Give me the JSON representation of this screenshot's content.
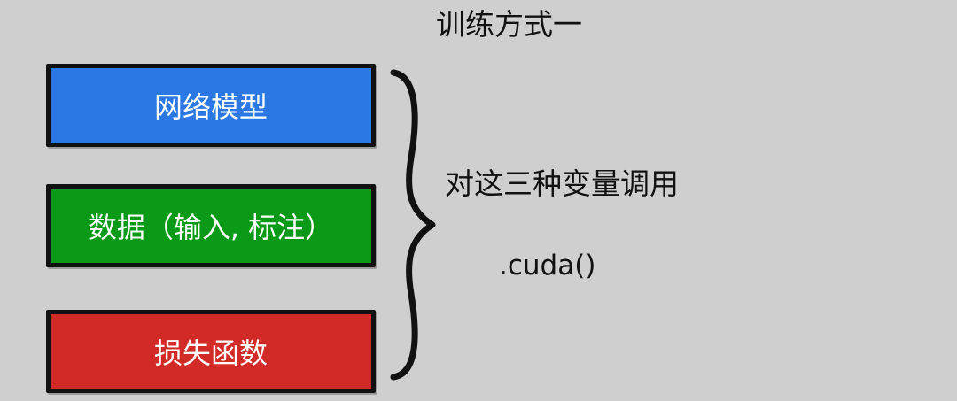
{
  "title": "训练方式一",
  "boxes": [
    {
      "label": "网络模型",
      "color": "#2b78e4"
    },
    {
      "label": "数据（输入, 标注）",
      "color": "#0a9a18"
    },
    {
      "label": "损失函数",
      "color": "#d22b27"
    }
  ],
  "description": "对这三种变量调用",
  "code": ".cuda()"
}
